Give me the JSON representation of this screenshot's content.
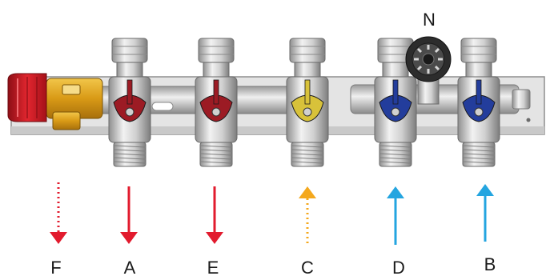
{
  "labels": {
    "F": "F",
    "A": "A",
    "E": "E",
    "C": "C",
    "D": "D",
    "B": "B",
    "N": "N"
  },
  "colors": {
    "supply_red": "#e21b2e",
    "fill_yellow": "#f4a81d",
    "return_blue": "#24a5e0",
    "handle_red": "#9c1b24",
    "handle_yellow": "#d8c23a",
    "handle_blue": "#233d9c",
    "brass": "#d9a21f",
    "safety_cap": "#d8202a",
    "plate": "#dcdcdc",
    "metal": "#c7c7c7"
  },
  "icons": {
    "safety_valve": "safety-valve-icon",
    "pressure_gauge": "pressure-gauge-icon"
  }
}
